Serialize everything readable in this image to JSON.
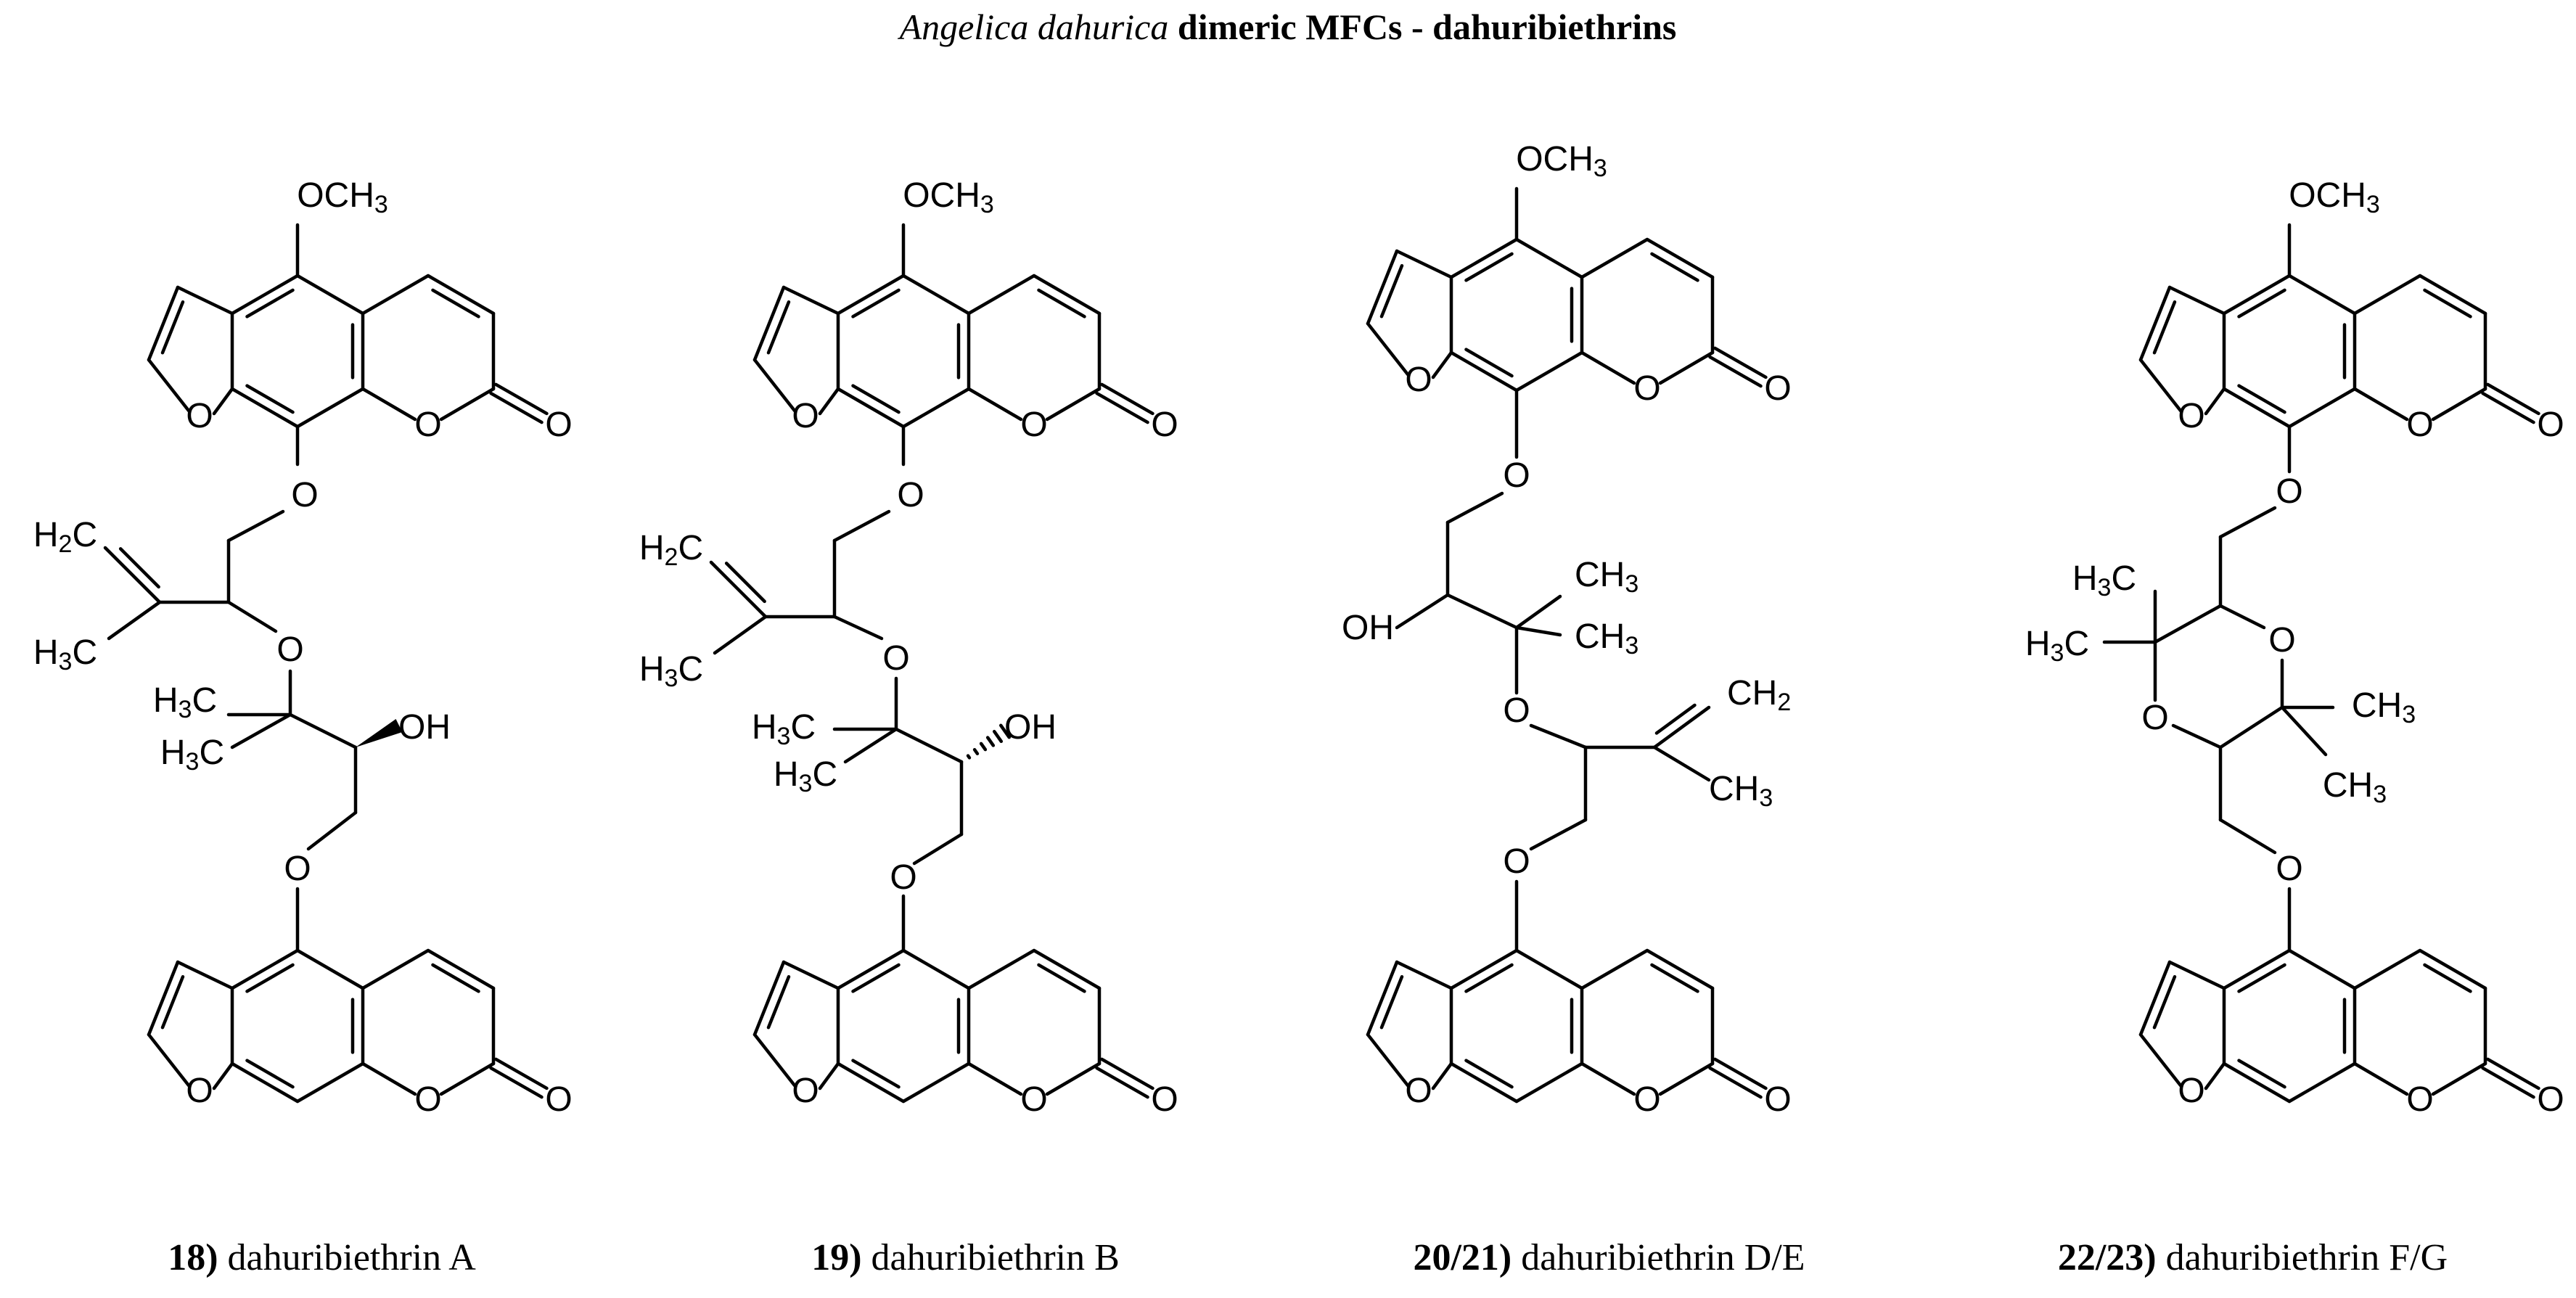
{
  "title": {
    "italic_part": "Angelica dahurica",
    "bold_part": "dimeric MFCs - dahuribiethrins"
  },
  "labels": {
    "O": "O",
    "OH": "OH",
    "OCH": "OCH",
    "CH": "CH",
    "H": "H",
    "C": "C",
    "three": "3",
    "two": "2"
  },
  "compounds": [
    {
      "number": "18)",
      "name": "dahuribiethrin A"
    },
    {
      "number": "19)",
      "name": " dahuribiethrin B"
    },
    {
      "number": "20/21)",
      "name": " dahuribiethrin D/E"
    },
    {
      "number": "22/23)",
      "name": " dahuribiethrin F/G"
    }
  ],
  "colors": {
    "ink": "#000000",
    "background": "#ffffff"
  }
}
